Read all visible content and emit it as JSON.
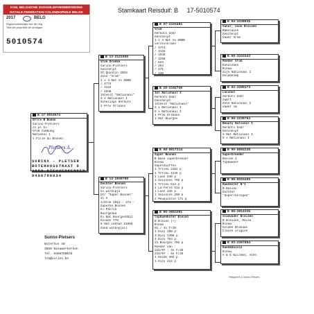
{
  "certificate": {
    "org_line1": "KON. BELGISCHE DUIVENLIEFHEBBERSBOND",
    "org_line2": "ROYALE FEDERATION COLOMBOPHILE BELGE",
    "year": "2017",
    "country": "BELG",
    "owner_nl": "Eigendomsbewijs van de ring",
    "owner_fr": "Titre de propriété de la bague",
    "ring_number": "5010574"
  },
  "title": {
    "text": "Stamkaart Reisduif: B",
    "ring": "17-5010574"
  },
  "subject": {
    "header": "B  17-5010574",
    "lines": [
      "Offre B Bonne",
      "Surinx-Pletsers",
      "zv pl bl",
      "Vrom Cumbung",
      "National 1",
      "v Fille du Boonen"
    ]
  },
  "signature": {
    "text": "Pletsers A."
  },
  "stamp": {
    "line1": "SURINX - PLETSER",
    "line2": "BOTERHOSSTRAAT 8",
    "line3": "3850 NIEUWERKERKEN",
    "line4": "0496780034"
  },
  "sire": {
    "header": "B  13-2121055",
    "lines": [
      "Vrom Dromke",
      "Surinx-Pletsers",
      "Geschelpt",
      "St.Quintin 2015",
      "Zoon \"Vrom\"",
      "  1 x 4 Nat As KBDB",
      "  / 4774",
      "  / 3132",
      "  / 1946",
      "Inteelt \"Nationaal\"",
      "  3 x Nationaal I",
      "Schelings Herbots",
      "1 Prov Orléans"
    ]
  },
  "dam": {
    "header": "B  14-2049799",
    "lines": [
      "Dochter Boonen",
      "Surinx-Pletsers",
      "bl witkopje",
      "Dtr \"Super Boonen\"",
      "  1t e",
      "1/Orne 2012 - 474 -",
      "  Superke Boonen",
      "  El Patron",
      "Bourgeska",
      "  El Nat Bourges5512",
      "Golden 770",
      "  8 Nat LeChat 21688",
      "Goed witkopjeil"
    ]
  },
  "ss": {
    "header": "B  07-2103481",
    "lines": [
      "Vrom",
      "Herbots Gebr",
      "Geschelpt",
      "1 x 4 Nat As KBDB",
      "verzeilklaas",
      "  / 4774",
      "  / 3132",
      "  / 1946",
      "  / 3256",
      "  / 624",
      "  / 253",
      "  / 271",
      "  / 136"
    ]
  },
  "sd": {
    "header": "B  10-2192730",
    "lines": [
      "Int Nationaal I",
      "Herbots Gebr",
      "Geschelpt",
      "Inteelt \"Nationaal\"",
      "  3 x Nationaal I",
      "  6 x Nationaal I",
      "1 Prov Orléans",
      "1 Nat Bourges"
    ]
  },
  "ds": {
    "header": "B  08-8017314",
    "lines": [
      "Super Boonen",
      "B Base superbreeder",
      "Bleuw",
      "Superduiffes",
      "  1 Tréleu   2181 p",
      "  1 Tréleu   1245 p",
      "  1 Laon       840 p",
      "  1 Soissons   766 p",
      "  1 Tréleu     614 p",
      "  1 La Ferté   514 p",
      "  1 Laon       346 p",
      "  1 Soissons   299 p",
      "  2 Meuquinzie 171 p"
    ]
  },
  "dd": {
    "header": "B  05-3053301",
    "lines": [
      "topkweekster Bleien",
      "B Bleien (+)",
      "Bleuw",
      "01 / 4x F/20",
      "  1 Dizy     108 p",
      "  3 Dizy    1308 p",
      "  4 Dizy     753 p",
      "21 Bourges 765 p",
      "Moeder van :",
      "224/07 : 4x F/20",
      "223/07 : 5x F/20",
      "  1 Reims   492 p",
      "  1 Dizy    224 p"
    ]
  },
  "sss": {
    "header": "B  04-3338836",
    "lines": [
      "Vanor, zoon Bleisen",
      "Bábelaise",
      "Geschelpt",
      "Vader Vrom"
    ]
  },
  "ssd": {
    "header": "B  06-3333343",
    "lines": [
      "Moeder Vrom",
      "Köhalsben",
      "Bleuw",
      "Zijn Nationaal I",
      "Heldekomp"
    ]
  },
  "sds": {
    "header": "B  02-3399373",
    "lines": [
      "Lucanus",
      "Herbots Gebr",
      "zwart",
      "Zoon Nationaal I",
      "vader vm"
    ]
  },
  "sdd": {
    "header": "B  09-2239763",
    "lines": [
      "Beauty National I",
      "Herbots Gebr",
      "Geschelpt",
      "1 Nat Nationaal I",
      "5 x Nationaal I"
    ]
  },
  "dss": {
    "header": "B  99-8084238",
    "lines": [
      "Superbreeder",
      "Boelen 1",
      "",
      "Topkweker"
    ]
  },
  "dsd": {
    "header": "B  98-8203406",
    "lines": [
      "Kweekster N°1",
      "B Boelen",
      "",
      "Dochter",
      "\"Superreologue\""
    ]
  },
  "dds": {
    "header": "B  98-3014335",
    "lines": [
      "stamvader Bleisen",
      "B Bleisen, Meisa",
      "Bleuw",
      "Golden Brandas",
      "Classe origine"
    ]
  },
  "ddd": {
    "header": "B  03-2367854",
    "lines": [
      "Kweekduivin",
      "Bleuw",
      "A & E Willems, Aten"
    ]
  },
  "footer": {
    "name": "Surinx-Pletsers",
    "lines": [
      "Boterhos 48",
      "3850  Nieuwerkerken",
      "Tel.  0496780034",
      "lcb@surinx.be"
    ]
  },
  "software_credit": "Pedigree® & Surinx-Pletsers"
}
